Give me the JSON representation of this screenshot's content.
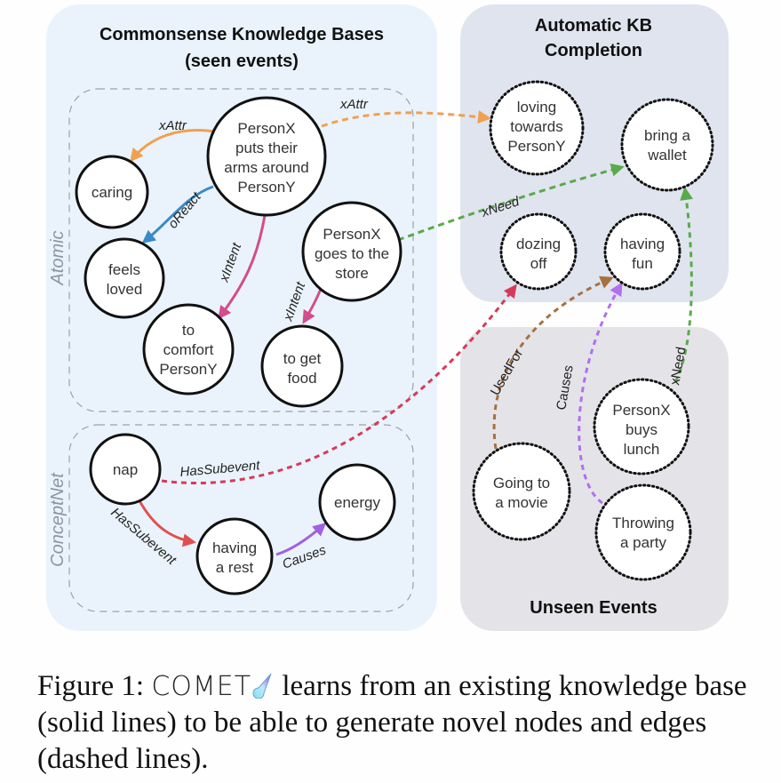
{
  "panels": {
    "kb": {
      "title_line1": "Commonsense Knowledge Bases",
      "title_line2": "(seen events)",
      "color": "#eaf3fb"
    },
    "completion": {
      "title_line1": "Automatic KB",
      "title_line2": "Completion",
      "color": "#dfe4ef"
    },
    "unseen": {
      "title": "Unseen Events",
      "color": "#e4e4e8"
    }
  },
  "groups": {
    "atomic": "Atomic",
    "conceptnet": "ConceptNet"
  },
  "nodes": {
    "puts_arms": [
      "PersonX",
      "puts their",
      "arms around",
      "PersonY"
    ],
    "caring": [
      "caring"
    ],
    "feels_loved": [
      "feels",
      "loved"
    ],
    "to_comfort": [
      "to",
      "comfort",
      "PersonY"
    ],
    "goes_store": [
      "PersonX",
      "goes to the",
      "store"
    ],
    "to_get_food": [
      "to get",
      "food"
    ],
    "nap": [
      "nap"
    ],
    "having_rest": [
      "having",
      "a rest"
    ],
    "energy": [
      "energy"
    ],
    "loving_towards": [
      "loving",
      "towards",
      "PersonY"
    ],
    "bring_wallet": [
      "bring a",
      "wallet"
    ],
    "dozing_off": [
      "dozing",
      "off"
    ],
    "having_fun": [
      "having",
      "fun"
    ],
    "buys_lunch": [
      "PersonX",
      "buys",
      "lunch"
    ],
    "going_movie": [
      "Going to",
      "a movie"
    ],
    "throwing_party": [
      "Throwing",
      "a party"
    ]
  },
  "edges": {
    "xattr_solid": {
      "label": "xAttr",
      "color": "#f0a050",
      "style": "solid"
    },
    "oreact": {
      "label": "oReact",
      "color": "#3a8ac8",
      "style": "solid"
    },
    "xintent_1": {
      "label": "xIntent",
      "color": "#d44c8c",
      "style": "solid"
    },
    "xintent_2": {
      "label": "xIntent",
      "color": "#d44c8c",
      "style": "solid"
    },
    "hassubevent_solid": {
      "label": "HasSubevent",
      "color": "#e05050",
      "style": "solid"
    },
    "causes_solid": {
      "label": "Causes",
      "color": "#a060e0",
      "style": "solid"
    },
    "xattr_dashed": {
      "label": "xAttr",
      "color": "#f0a050",
      "style": "dashed"
    },
    "xneed_dashed_1": {
      "label": "xNeed",
      "color": "#5aaa4a",
      "style": "dashed"
    },
    "hassubevent_dashed": {
      "label": "HasSubevent",
      "color": "#d63a5a",
      "style": "dashed"
    },
    "usedfor_dashed": {
      "label": "UsedFor",
      "color": "#a87040",
      "style": "dashed"
    },
    "causes_dashed": {
      "label": "Causes",
      "color": "#b070f0",
      "style": "dashed"
    },
    "xneed_dashed_2": {
      "label": "xNeed",
      "color": "#5aaa4a",
      "style": "dashed"
    }
  },
  "caption": {
    "prefix": "Figure 1: ",
    "model_name": "COMET",
    "model_icon": "comet-icon",
    "text_after_logo": " learns from an existing knowledge base (solid lines) to be able to generate novel nodes and edges (dashed lines)."
  }
}
